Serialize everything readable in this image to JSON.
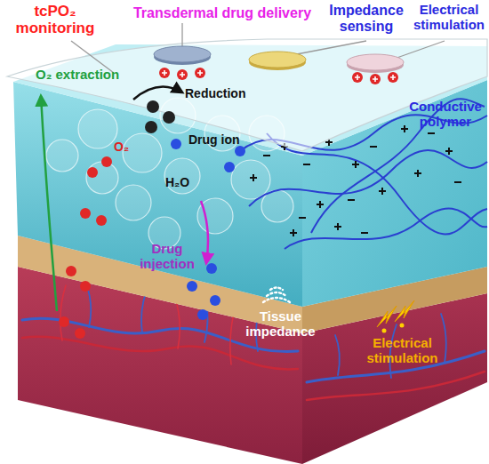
{
  "diagram": {
    "labels": [
      "tcPO₂ monitoring",
      "Transdermal drug delivery",
      "Impedance sensing",
      "Electrical stimulation",
      "O₂ extraction",
      "Reduction",
      "Drug ion",
      "Conductive polymer",
      "O₂",
      "H₂O",
      "Drug injection",
      "Tissue impedance",
      "Electrical stimulation"
    ]
  }
}
